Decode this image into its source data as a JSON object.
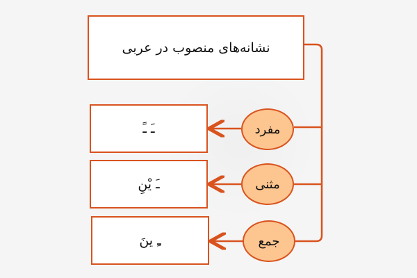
{
  "diagram": {
    "title": "نشانه‌های منصوب در عربی",
    "categories": [
      {
        "label": "مفرد",
        "value": "ـَ ـً"
      },
      {
        "label": "مثنی",
        "value": "ـَ یْنِ"
      },
      {
        "label": "جمع",
        "value": "ـِ ینَ"
      }
    ]
  },
  "colors": {
    "accent": "#d9531e",
    "circle_fill": "#fdc58f",
    "box_fill": "#ffffff",
    "background": "#f5f5f5"
  }
}
